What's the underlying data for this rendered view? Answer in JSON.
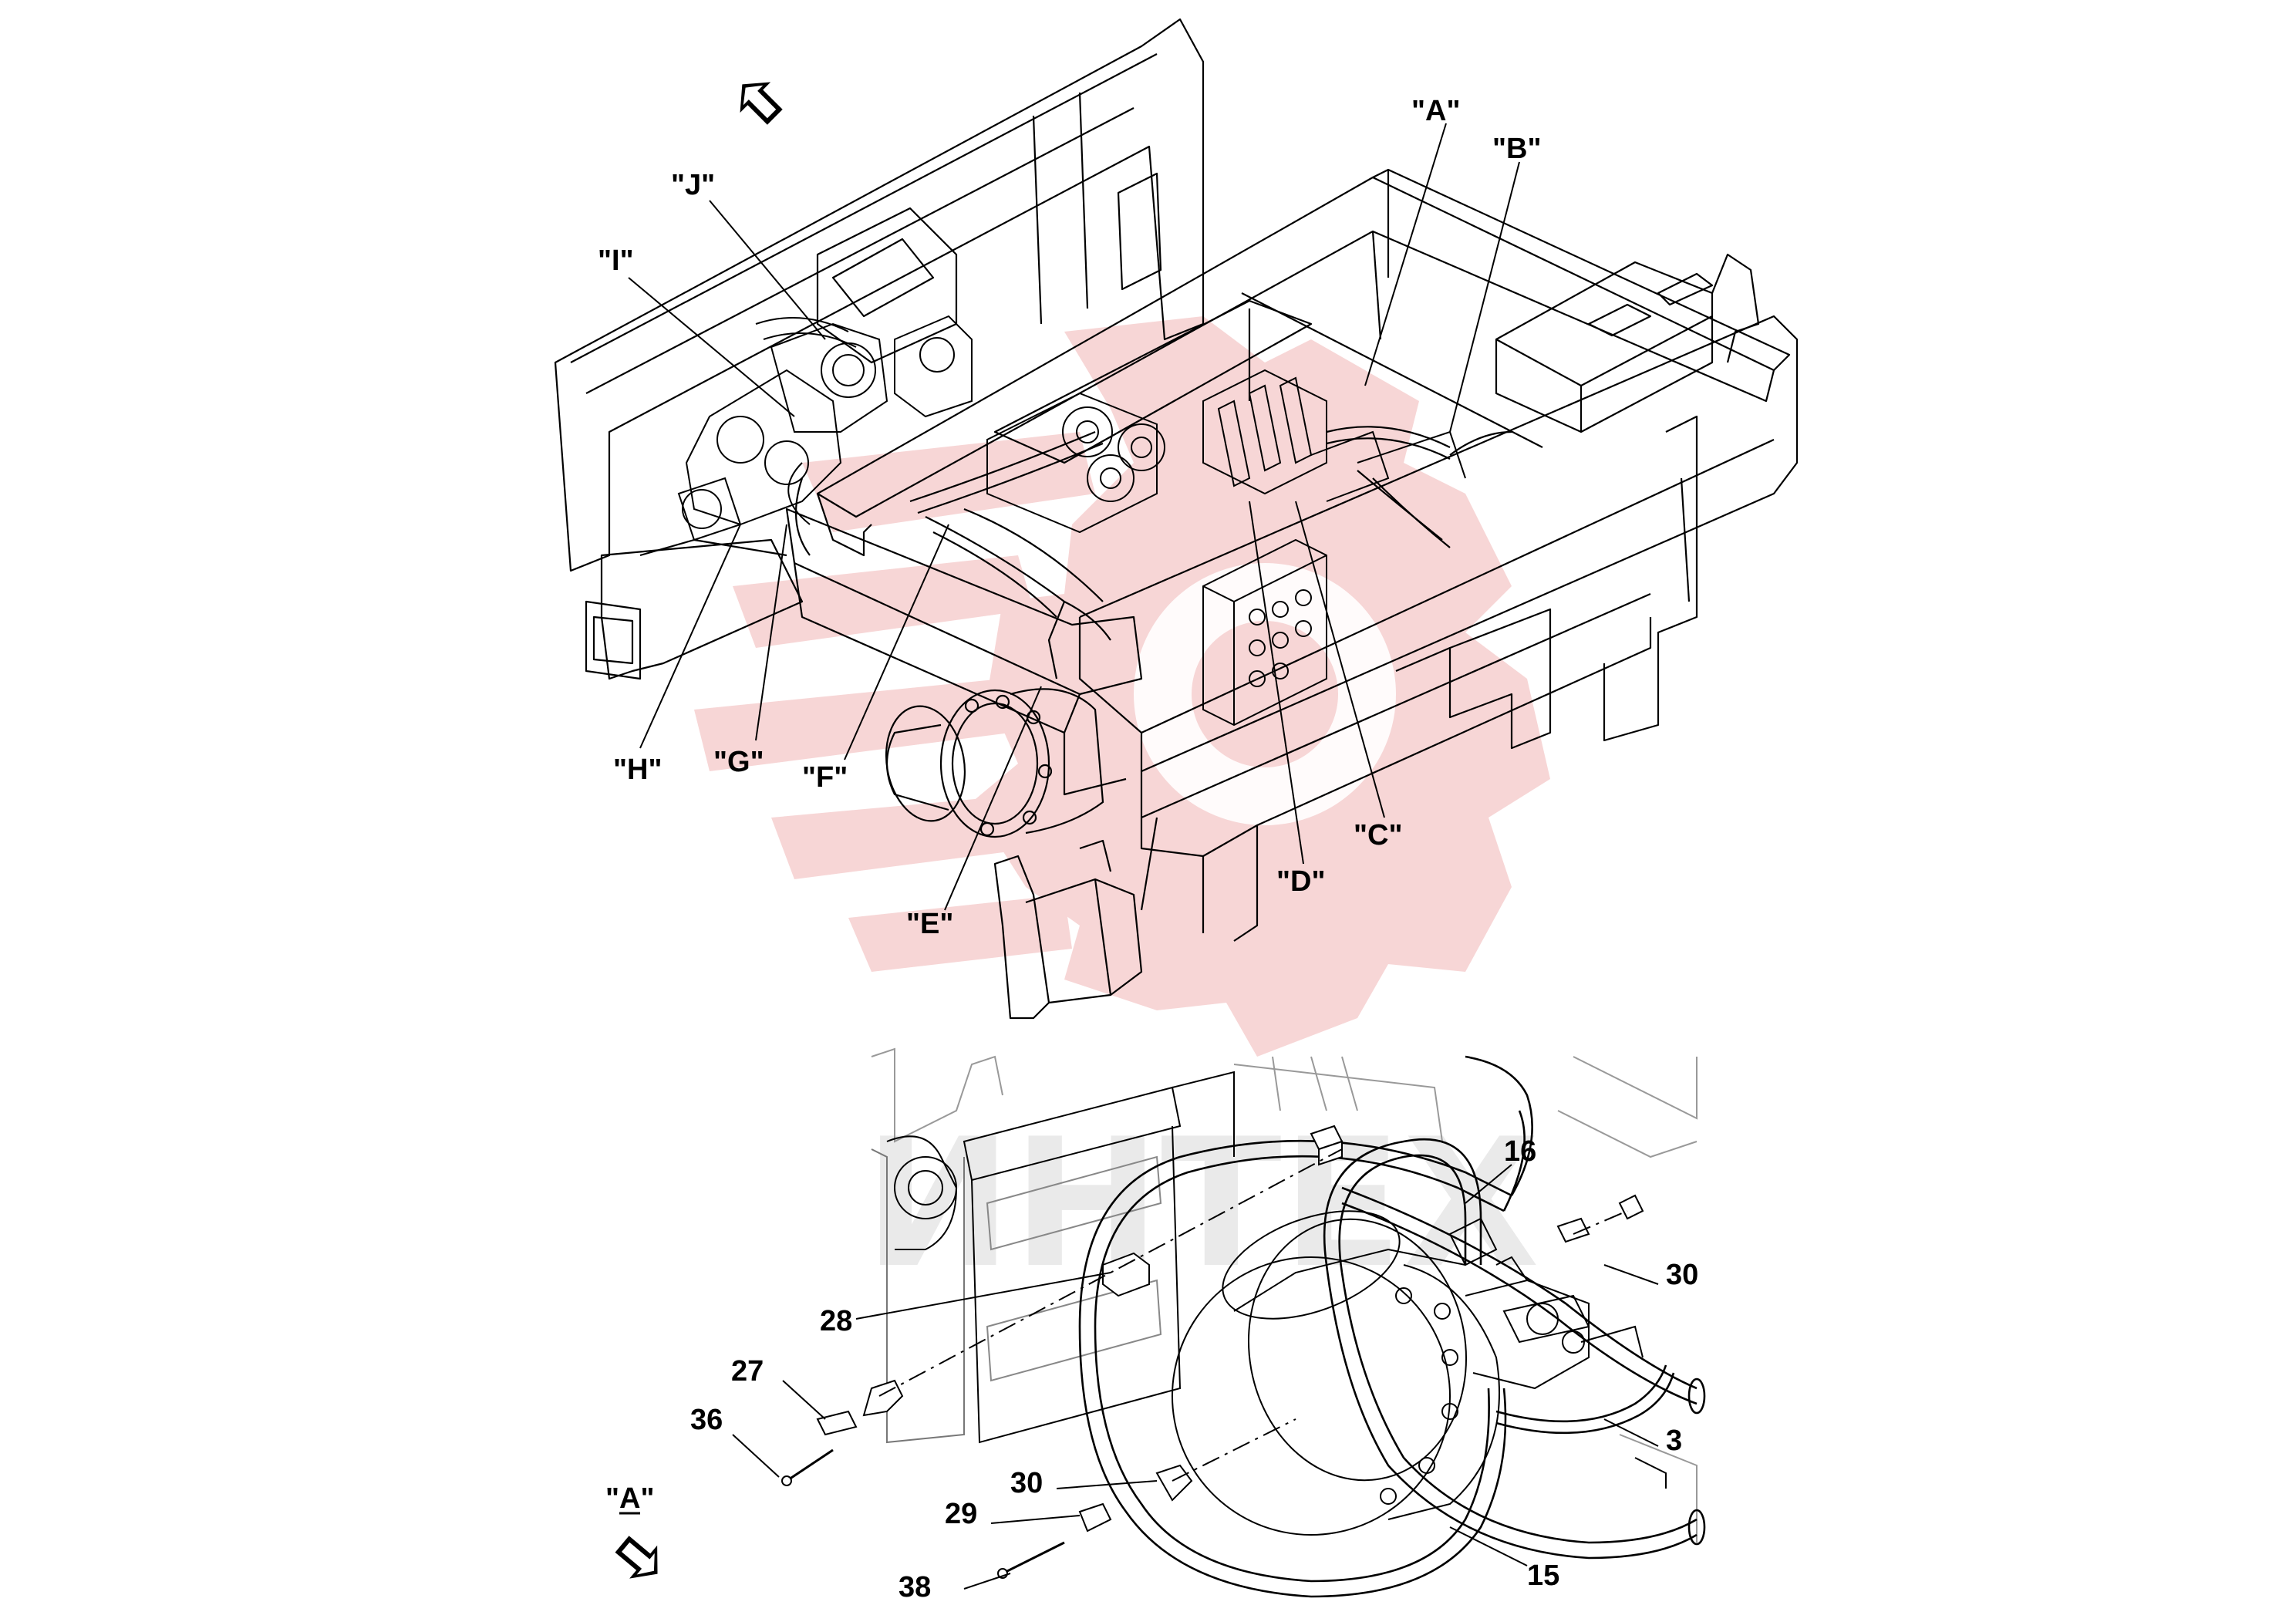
{
  "diagram": {
    "upper_view": {
      "callouts": [
        "\"A\"",
        "\"B\"",
        "\"C\"",
        "\"D\"",
        "\"E\"",
        "\"F\"",
        "\"G\"",
        "\"H\"",
        "\"I\"",
        "\"J\""
      ]
    },
    "lower_view": {
      "view_label": "\"A\"",
      "part_numbers": [
        "16",
        "30",
        "28",
        "27",
        "36",
        "3",
        "30",
        "29",
        "38",
        "15"
      ]
    },
    "watermark": {
      "text": "ИНТЕХ",
      "color": "#f2c4c4"
    },
    "icons": [
      "direction-arrow-icon",
      "direction-arrow-icon"
    ]
  }
}
